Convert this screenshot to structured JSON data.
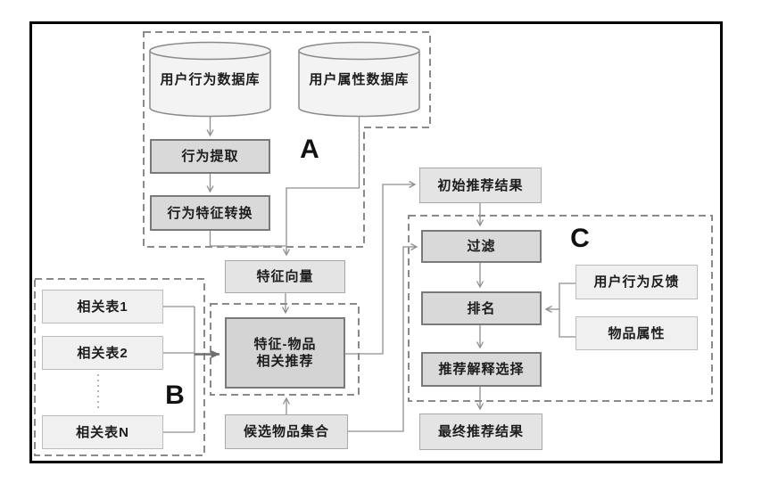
{
  "diagram": {
    "groups": {
      "a": "A",
      "b": "B",
      "c": "C"
    },
    "databases": {
      "behavior_db": "用户行为数据库",
      "attribute_db": "用户属性数据库"
    },
    "stage_a": {
      "behavior_extract": "行为提取",
      "behavior_feature_transform": "行为特征转换"
    },
    "stage_b": {
      "related_table_1": "相关表1",
      "related_table_2": "相关表2",
      "related_table_n": "相关表N"
    },
    "core": {
      "feature_vector": "特征向量",
      "feature_item_line1": "特征-物品",
      "feature_item_line2": "相关推荐",
      "candidate_item_set": "候选物品集合"
    },
    "stage_c": {
      "initial_result": "初始推荐结果",
      "filter": "过滤",
      "rank": "排名",
      "explain_select": "推荐解释选择",
      "final_result": "最终推荐结果",
      "user_behavior_feedback": "用户行为反馈",
      "item_attributes": "物品属性"
    }
  },
  "colors": {
    "frame": "#000000",
    "line": "#8f8f8f",
    "dash": "#8a8a8a",
    "box_dark_fill": "#d9d9d9",
    "box_dark_border": "#7a7a7a",
    "box_core_fill": "#d4d4d4",
    "box_light_fill": "#e4e4e4",
    "box_light_border": "#a9a9a9",
    "box_pale_fill": "#f0f0f0",
    "box_pale_border": "#bdbdbd",
    "cylinder_fill": "#f3f3f3",
    "text": "#1c1c1c"
  }
}
